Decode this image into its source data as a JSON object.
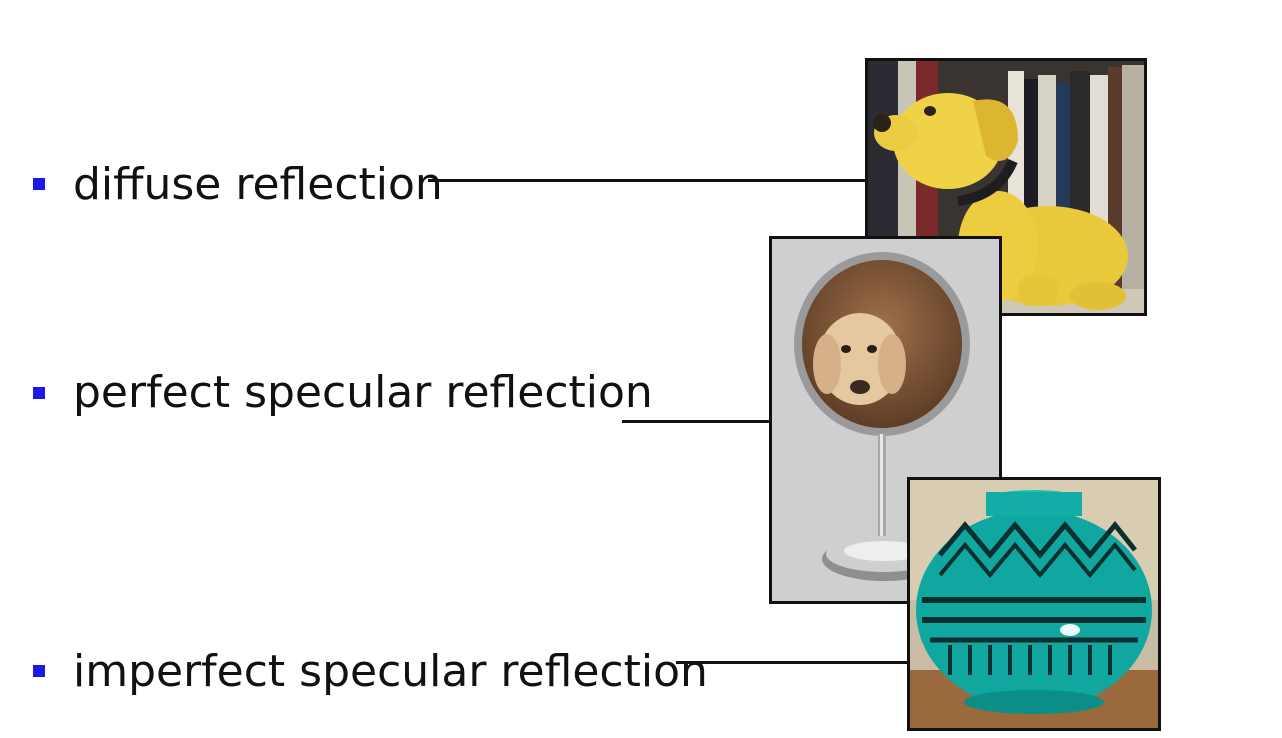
{
  "items": [
    {
      "label": "diffuse reflection",
      "photo_icon": "yellow-dog-figurine-photo"
    },
    {
      "label": "perfect specular reflection",
      "photo_icon": "mirror-with-dog-photo"
    },
    {
      "label": "imperfect specular reflection",
      "photo_icon": "glazed-vase-photo"
    }
  ],
  "colors": {
    "bullet": "#1a1ae6",
    "text": "#111111"
  }
}
